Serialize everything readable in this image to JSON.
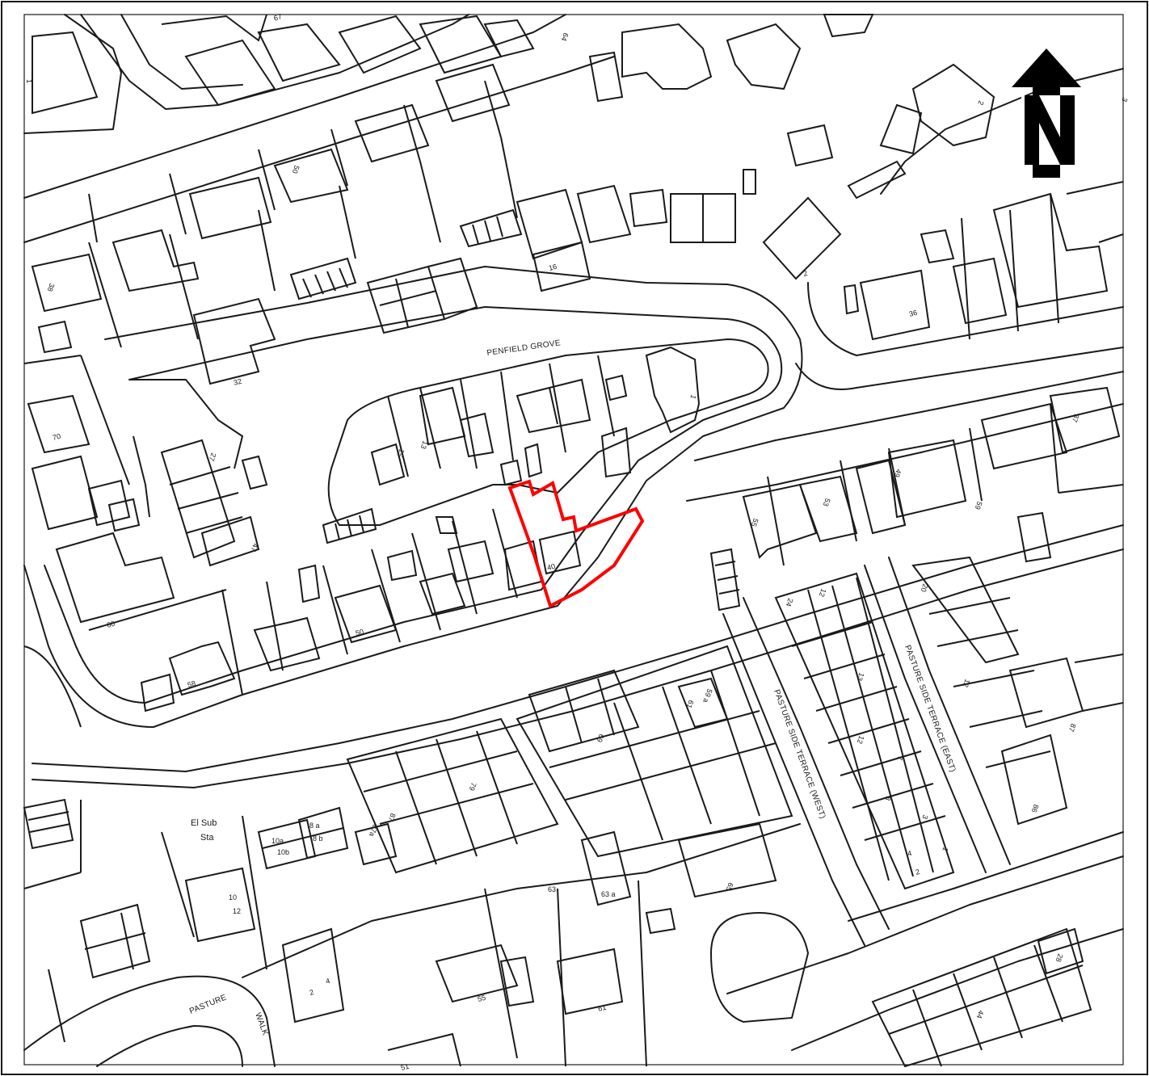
{
  "site_boundary": {
    "color": "#ff0000"
  },
  "north_arrow": {
    "icon": "north-arrow-icon",
    "label": "N"
  },
  "roads": {
    "penfield_grove": "PENFIELD GROVE",
    "pasture_side_west": "PASTURE SIDE TERRACE (WEST)",
    "pasture_side_east": "PASTURE SIDE TERRACE (EAST)",
    "pasture_walk_1": "PASTURE",
    "pasture_walk_2": "WALK"
  },
  "labels": {
    "el_sub": "El Sub",
    "sta": "Sta",
    "n67": "67",
    "n64": "64",
    "n1a": "1",
    "n50": "50",
    "n38": "38",
    "n32": "32",
    "n70": "70",
    "n27": "27",
    "n47": "47",
    "n60": "60",
    "n58": "58",
    "n16": "16",
    "n2a": "2",
    "n2b": "2",
    "n3": "3",
    "n36": "36",
    "n37": "37",
    "n1b": "1",
    "n13": "13",
    "n15": "15",
    "n40": "40",
    "n50b": "50",
    "n49": "49",
    "n53": "53",
    "n55a": "55",
    "n59": "59",
    "n24": "24",
    "n12a": "12",
    "n20": "20",
    "n12b": "12",
    "n13b": "13",
    "n12c": "12",
    "n7": "7",
    "n8": "8",
    "n3b": "3",
    "n1c": "1",
    "n4": "4",
    "n2c": "2",
    "n87": "87",
    "n86": "86",
    "n61": "61",
    "n59a": "59 a",
    "n69": "69",
    "n79": "79",
    "n87a": "87a",
    "n87b": "87",
    "n10a": "10a",
    "n10b": "10b",
    "n8a": "8 a",
    "n8b": "8 b",
    "n10": "10",
    "n12d": "12",
    "n63": "63",
    "n63a": "63 a",
    "n65": "65",
    "n4b": "4",
    "n2d": "2",
    "n55": "55",
    "n61b": "61",
    "n51": "51",
    "n44": "44",
    "n28": "28"
  }
}
